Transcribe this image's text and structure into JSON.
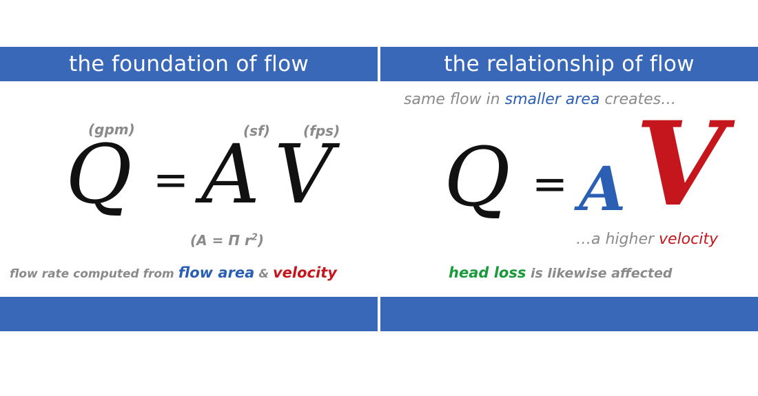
{
  "colors": {
    "bar": "#3a68b8",
    "blue": "#2a5fb4",
    "red": "#c4161c",
    "green": "#1a9a3a",
    "gray": "#8a8a8a"
  },
  "left": {
    "title": "the foundation of flow",
    "unit_q": "(gpm)",
    "unit_a": "(sf)",
    "unit_v": "(fps)",
    "var_q": "Q",
    "equals": "=",
    "var_a": "A",
    "var_v": "V",
    "area_formula_prefix": "(A = Π r",
    "area_formula_exp": "2",
    "area_formula_suffix": ")",
    "caption_prefix": "flow rate computed from ",
    "caption_flow_area": "flow area",
    "caption_amp": " & ",
    "caption_velocity": "velocity"
  },
  "right": {
    "title": "the relationship of flow",
    "top_prefix": "same flow in ",
    "top_highlight": "smaller area",
    "top_suffix": " creates…",
    "var_q": "Q",
    "equals": "=",
    "var_a": "A",
    "var_v": "V",
    "velocity_prefix": "…a higher ",
    "velocity_highlight": "velocity",
    "caption_head_loss": "head loss",
    "caption_suffix": " is likewise affected"
  }
}
